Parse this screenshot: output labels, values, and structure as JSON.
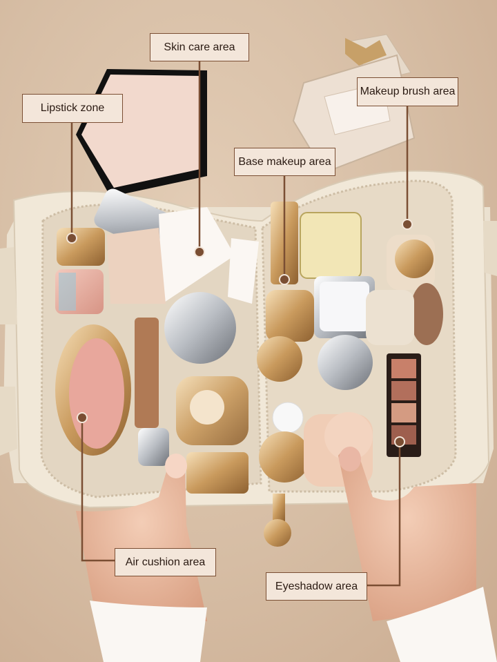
{
  "labels": {
    "skin_care": "Skin care area",
    "lipstick": "Lipstick zone",
    "makeup_brush": "Makeup brush area",
    "base_makeup": "Base makeup area",
    "air_cushion": "Air cushion area",
    "eyeshadow": "Eyeshadow area"
  },
  "colors": {
    "background": "#d8bfa7",
    "bag": "#f1e8d8",
    "leader_line": "#7a4e33",
    "label_fill": "#f3e6da"
  }
}
